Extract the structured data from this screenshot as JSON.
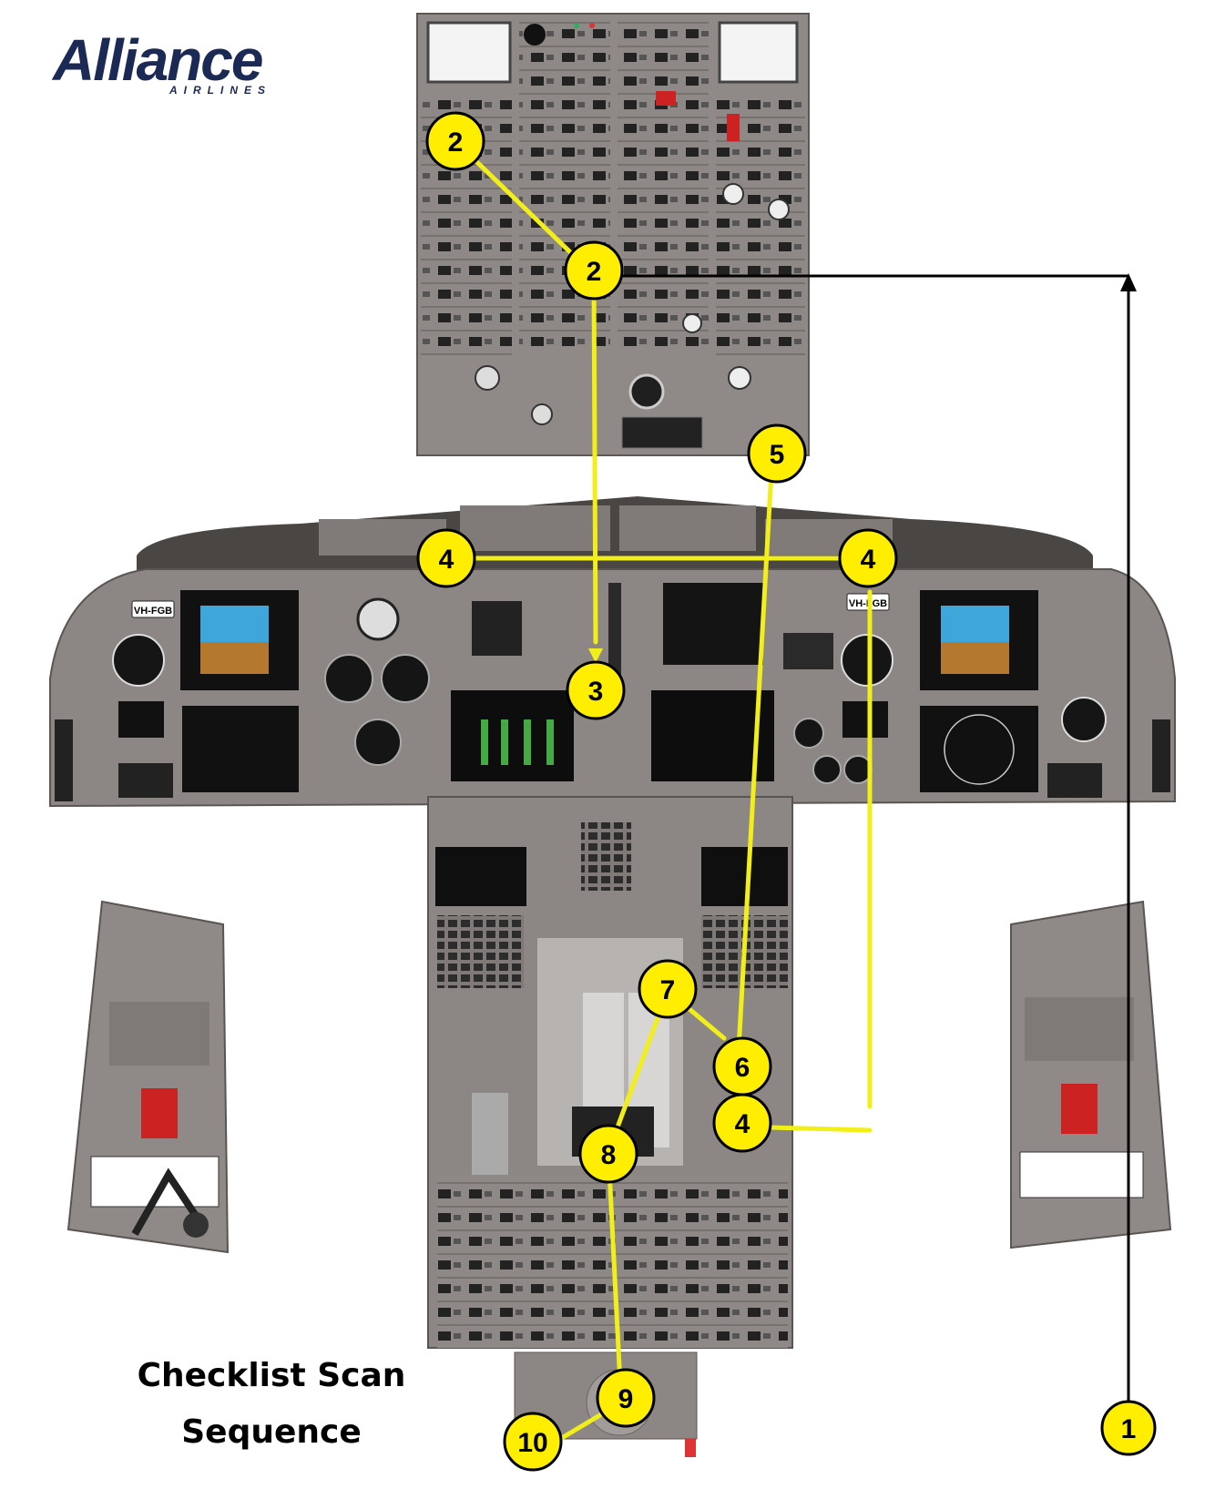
{
  "logo": {
    "name": "Alliance",
    "tagline": "AIRLINES"
  },
  "caption": {
    "line1": "Checklist Scan",
    "line2": "Sequence"
  },
  "tail_registration": {
    "left": "VH-FGB",
    "right": "VH-FGB"
  },
  "colors": {
    "marker_fill": "#ffee00",
    "marker_stroke": "#000000",
    "scan_path": "#f2ee1a",
    "return_path": "#000000",
    "panel_gray": "#8c8784"
  },
  "markers": [
    "1",
    "2",
    "2",
    "3",
    "4",
    "4",
    "4",
    "5",
    "6",
    "7",
    "8",
    "9",
    "10"
  ]
}
